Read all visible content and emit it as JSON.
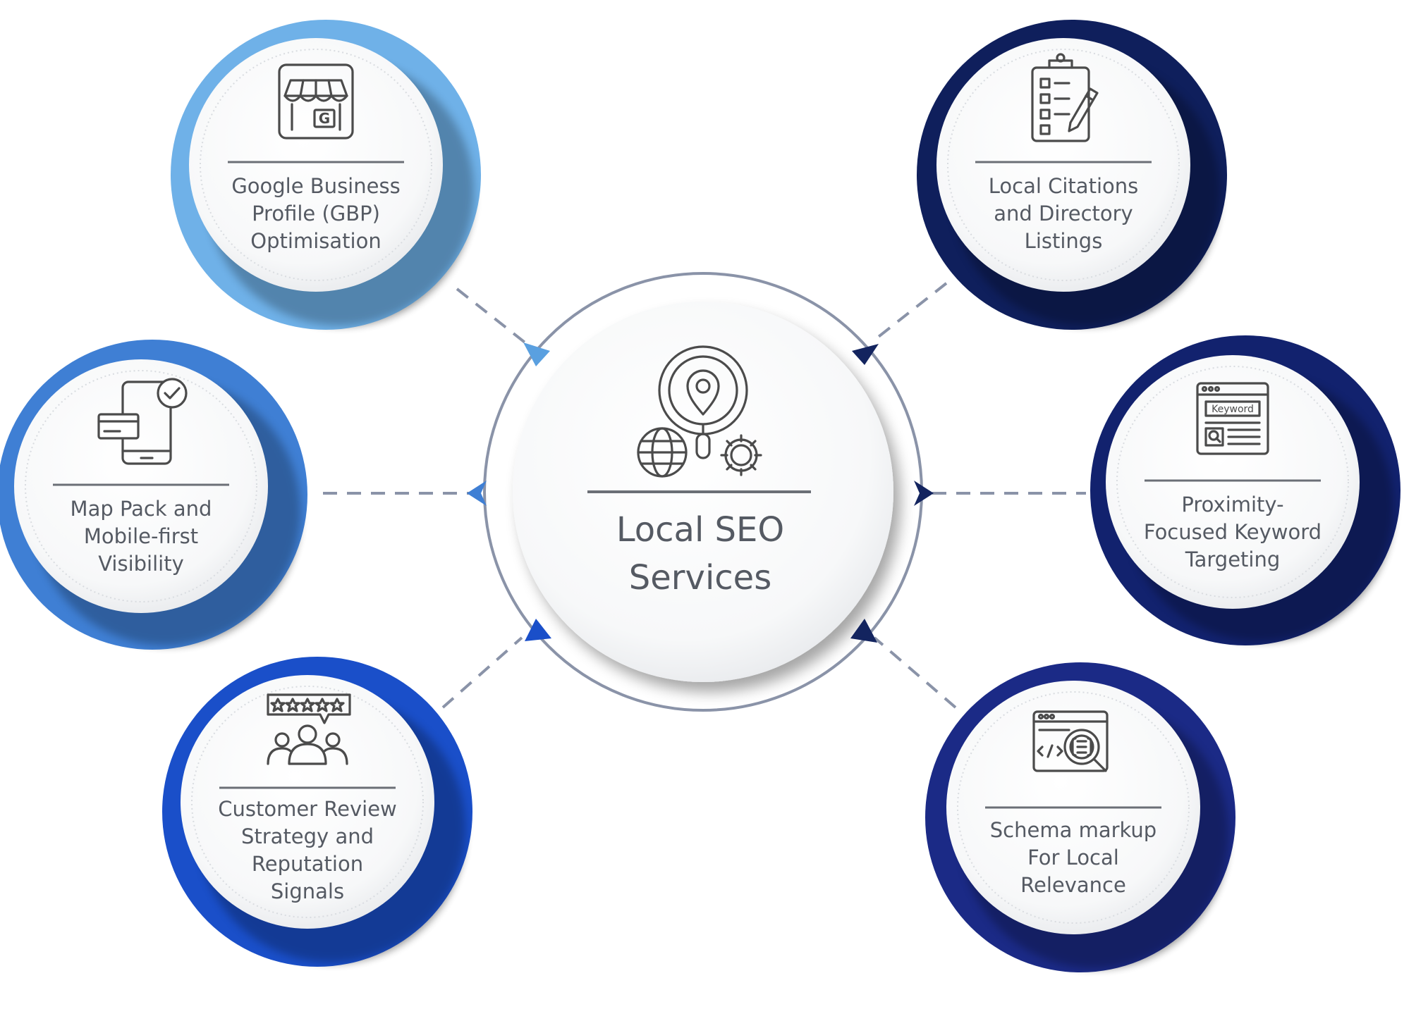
{
  "center": {
    "title_line1": "Local SEO",
    "title_line2": "Services",
    "icon": "location-search-globe-gear-icon"
  },
  "colors": {
    "light_blue": "#6fb1e8",
    "medium_blue": "#3f7fd4",
    "royal_blue": "#1a4fc9",
    "navy": "#0f1f5c",
    "dark_navy": "#12226e",
    "indigo": "#1b2a86",
    "connector": "#8a93a8",
    "text": "#555a63"
  },
  "nodes": [
    {
      "id": "gbp",
      "lines": [
        "Google Business",
        "Profile (GBP)",
        "Optimisation"
      ],
      "icon": "google-storefront-icon"
    },
    {
      "id": "citations",
      "lines": [
        "Local Citations",
        "and Directory",
        "Listings"
      ],
      "icon": "clipboard-checklist-icon"
    },
    {
      "id": "mappack",
      "lines": [
        "Map Pack and",
        "Mobile-first",
        "Visibility"
      ],
      "icon": "mobile-payment-check-icon"
    },
    {
      "id": "keyword",
      "lines": [
        "Proximity-",
        "Focused Keyword",
        "Targeting"
      ],
      "icon": "keyword-browser-icon",
      "icon_text": "Keyword"
    },
    {
      "id": "reviews",
      "lines": [
        "Customer Review",
        "Strategy and",
        "Reputation",
        "Signals"
      ],
      "icon": "rating-stars-people-icon"
    },
    {
      "id": "schema",
      "lines": [
        "Schema markup",
        "For Local",
        "Relevance"
      ],
      "icon": "code-browser-search-icon"
    }
  ]
}
